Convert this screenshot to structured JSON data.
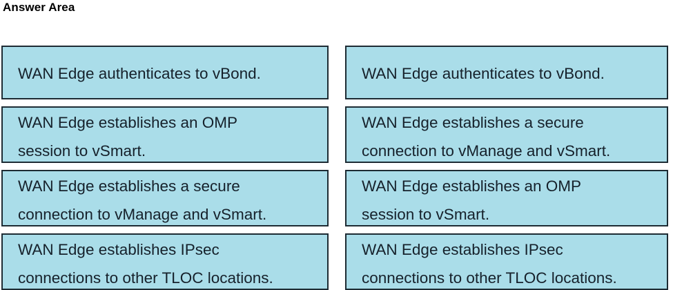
{
  "page": {
    "title": "Answer Area",
    "background_color": "#ffffff"
  },
  "style": {
    "box_fill_color": "#aadde9",
    "box_border_color": "#1d2b33",
    "text_color": "#16212b"
  },
  "answer_area": {
    "columns": [
      {
        "name": "left-column",
        "options": [
          {
            "lines": [
              "WAN Edge authenticates to vBond."
            ],
            "line_count": 1
          },
          {
            "lines": [
              "WAN Edge establishes an OMP",
              "session to vSmart."
            ],
            "line_count": 2
          },
          {
            "lines": [
              "WAN Edge establishes a secure",
              "connection to vManage and vSmart."
            ],
            "line_count": 2
          },
          {
            "lines": [
              "WAN Edge establishes IPsec",
              "connections to other TLOC locations."
            ],
            "line_count": 2
          }
        ]
      },
      {
        "name": "right-column",
        "options": [
          {
            "lines": [
              "WAN Edge authenticates to vBond."
            ],
            "line_count": 1
          },
          {
            "lines": [
              "WAN Edge establishes a secure",
              "connection to vManage and vSmart."
            ],
            "line_count": 2
          },
          {
            "lines": [
              "WAN Edge establishes an OMP",
              "session to vSmart."
            ],
            "line_count": 2
          },
          {
            "lines": [
              "WAN Edge establishes IPsec",
              "connections to other TLOC locations."
            ],
            "line_count": 2
          }
        ]
      }
    ]
  }
}
